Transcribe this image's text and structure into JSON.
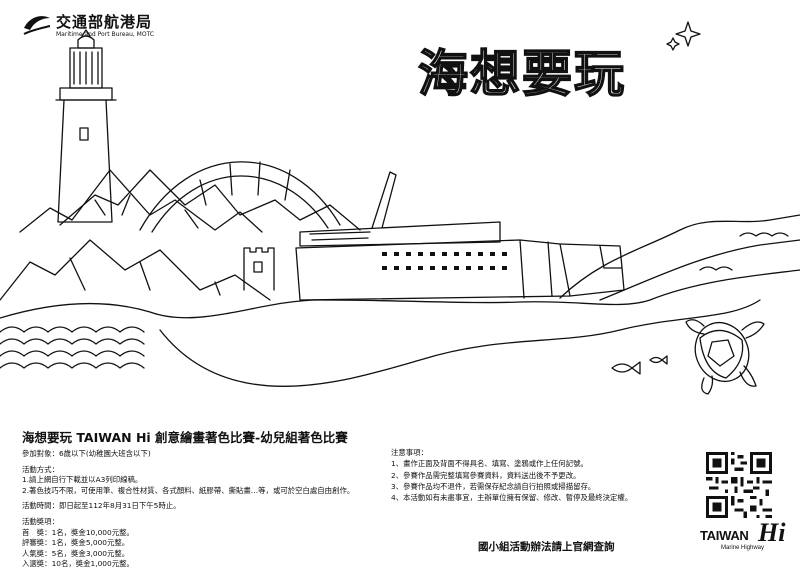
{
  "header": {
    "org_name": "交通部航港局",
    "org_subtitle": "Maritime and Port Bureau, MOTC"
  },
  "headline": "海想要玩",
  "info": {
    "title": "海想要玩 TAIWAN Hi 創意繪畫著色比賽-幼兒組著色比賽",
    "eligibility": "參加對象：6歲以下(幼稚園大班含以下)",
    "method_heading": "活動方式：",
    "method_1": "1.請上網自行下載並以A3列印線稿。",
    "method_2": "2.著色技巧不限，可使用筆、複合性材質、各式顏料、紙膠帶、撕貼畫…等，或可於空白處自由創作。",
    "period": "活動時間：即日起至112年8月31日下午5時止。",
    "prize_heading": "活動獎項：",
    "prizes": [
      "首　獎：1名，獎金10,000元整。",
      "評審獎：1名，獎金5,000元整。",
      "人氣獎：5名，獎金3,000元整。",
      "入選獎：10名，獎金1,000元整。"
    ]
  },
  "notes": {
    "heading": "注意事項：",
    "items": [
      "1、畫作正面及背面不得具名、填寫、塗鴉或作上任何記號。",
      "2、參賽作品需完整填寫參賽資料，資料送出後不予更改。",
      "3、參賽作品均不退件，若需保存紀念請自行拍照或掃描留存。",
      "4、本活動如有未盡事宜，主辦單位擁有保留、修改、暫停及最終決定權。"
    ]
  },
  "bottom_note": "國小組活動辦法請上官網查詢",
  "brand": {
    "word": "TAIWAN",
    "hi": "Hi",
    "subtitle": "Marine Highway"
  },
  "icons": [
    "lighthouse-icon",
    "ship-icon",
    "sea-turtle-icon",
    "fish-icon",
    "sparkle-icon",
    "qr-code-icon",
    "org-logo-icon"
  ],
  "colors": {
    "line": "#111111",
    "background": "#ffffff"
  }
}
